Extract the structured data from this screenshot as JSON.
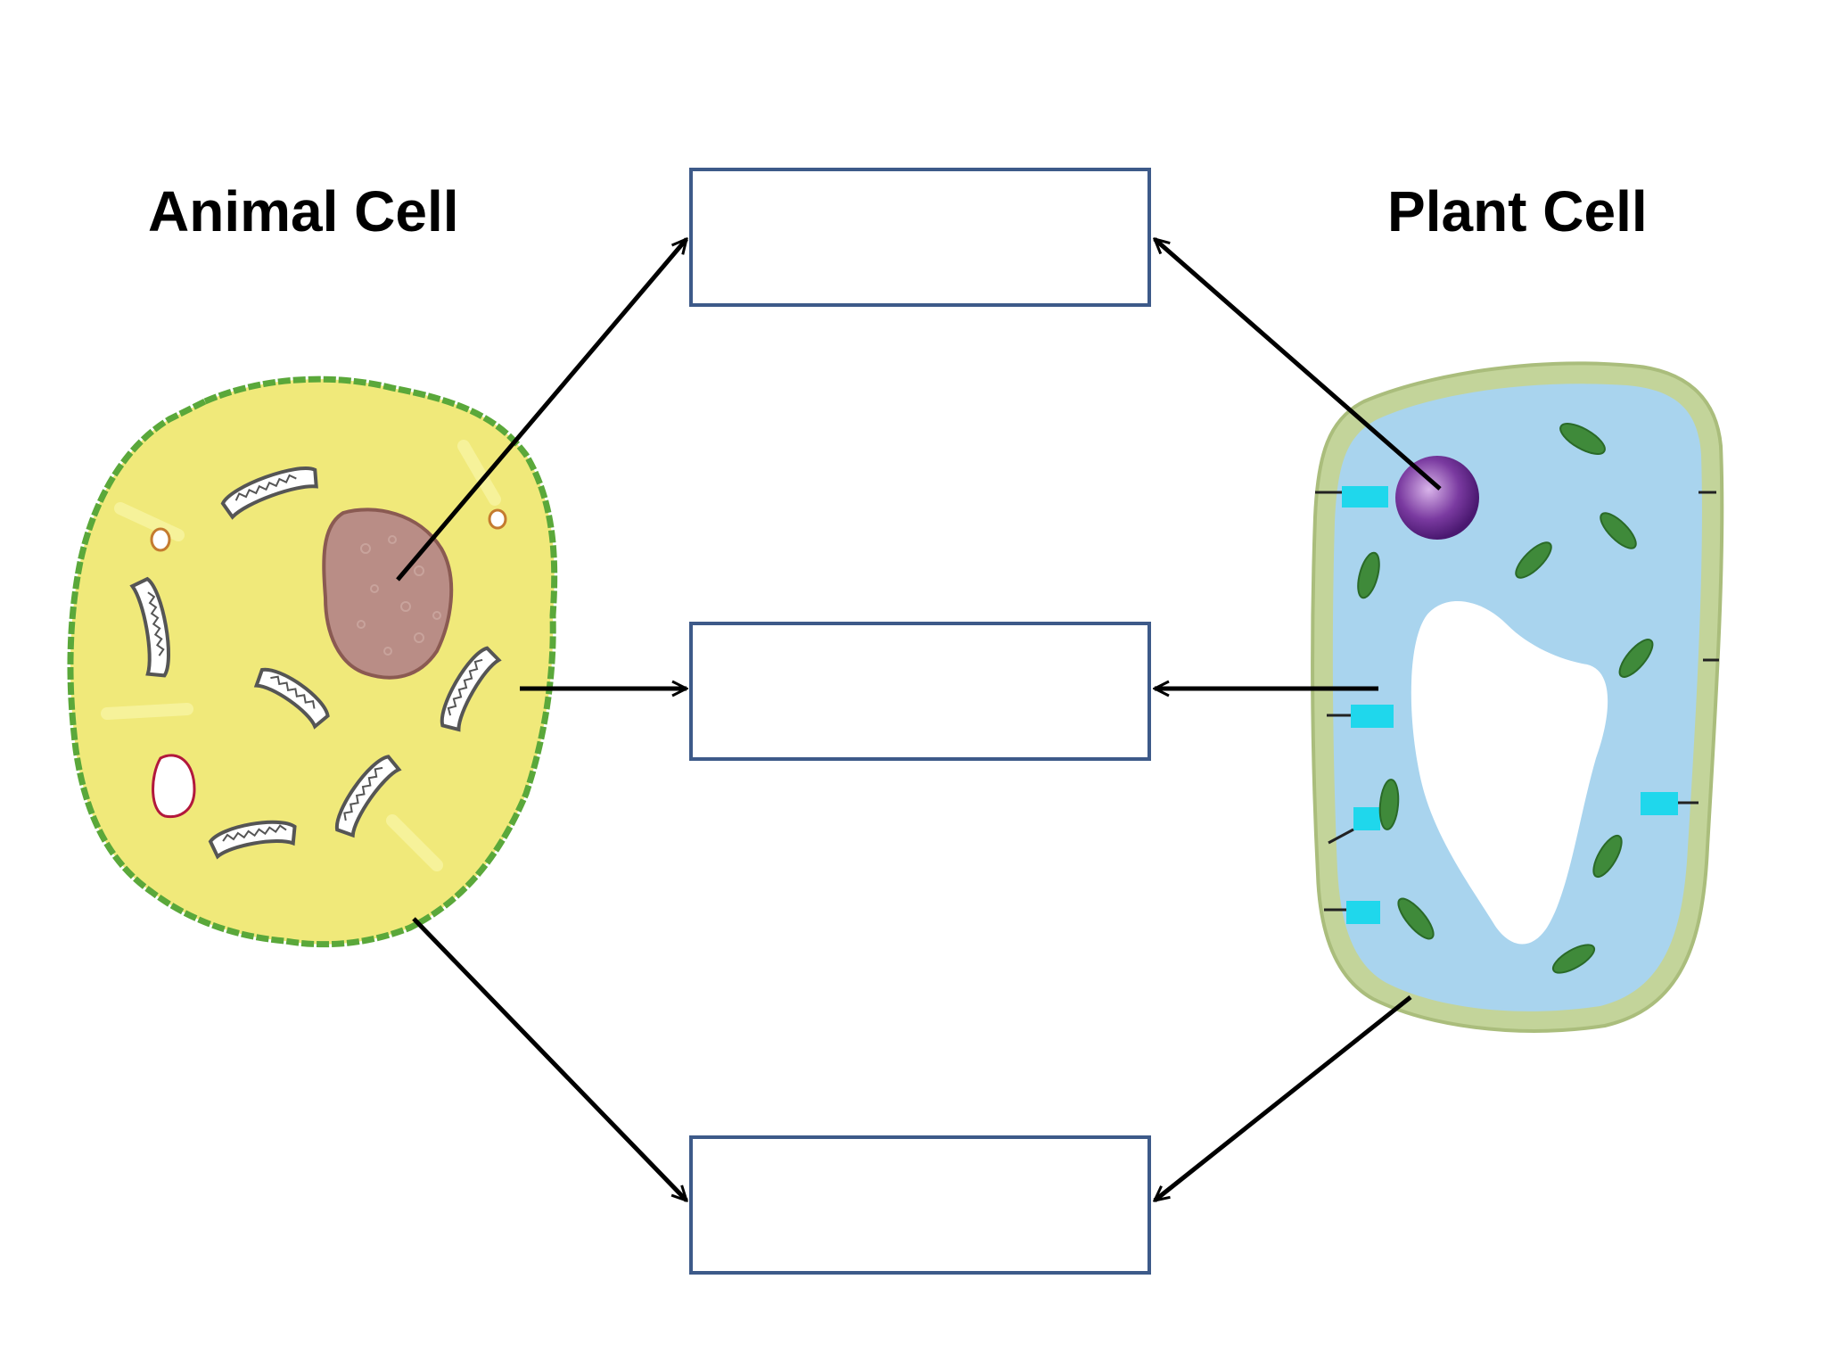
{
  "titles": {
    "animal": "Animal Cell",
    "plant": "Plant Cell"
  },
  "label_boxes": [
    {
      "id": "top",
      "text": ""
    },
    {
      "id": "middle",
      "text": ""
    },
    {
      "id": "bottom",
      "text": ""
    }
  ],
  "colors": {
    "animal_cytoplasm": "#f0e97a",
    "animal_membrane": "#5aa83a",
    "animal_nucleus": "#b98d86",
    "plant_cytoplasm": "#a9d4ee",
    "plant_wall": "#c3d49a",
    "plant_nucleus": "#6a2c8e",
    "chloroplast": "#3f8a3a",
    "box_border": "#3d5a89",
    "arrow": "#000000"
  }
}
